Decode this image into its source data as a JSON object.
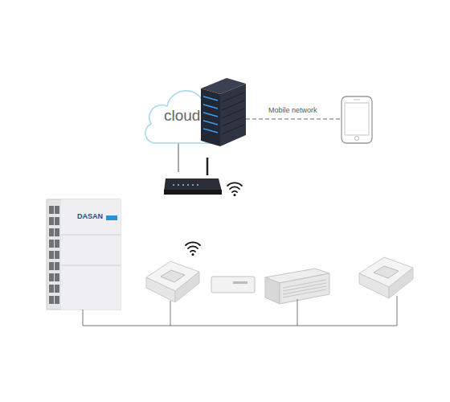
{
  "diagram": {
    "nodes": [
      {
        "text": [
          "cloud"
        ]
      }
    ],
    "labels": [
      "Mobile network",
      "DASAN"
    ]
  }
}
